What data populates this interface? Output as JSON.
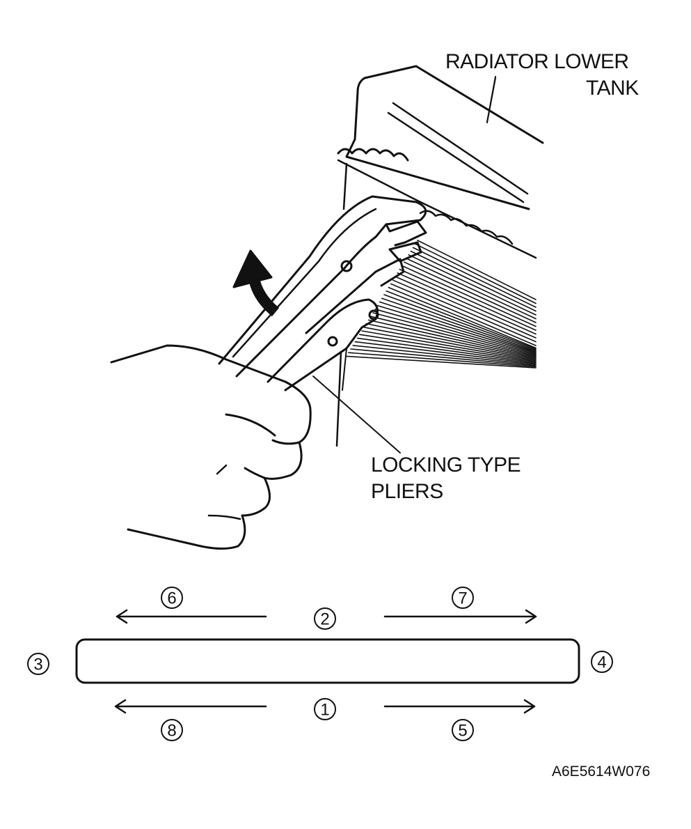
{
  "labels": {
    "radiator_line1": "RADIATOR LOWER",
    "radiator_line2": "TANK",
    "pliers_line1": "LOCKING TYPE",
    "pliers_line2": "PLIERS"
  },
  "sequence_markers": [
    "1",
    "2",
    "3",
    "4",
    "5",
    "6",
    "7",
    "8"
  ],
  "figure_code": "A6E5614W076",
  "colors": {
    "ink": "#111111",
    "paper": "#ffffff"
  }
}
